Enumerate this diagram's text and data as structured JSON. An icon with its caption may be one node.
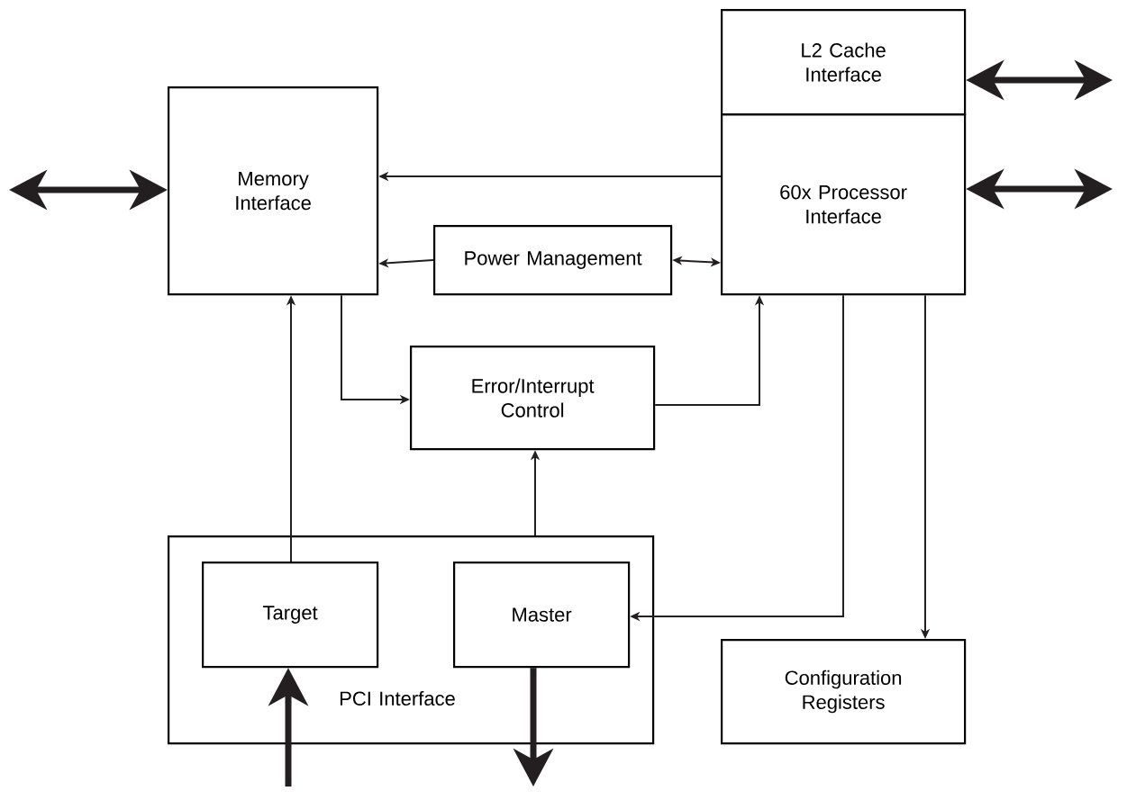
{
  "diagram": {
    "nodes": [
      {
        "text": [
          "L2 Cache Interface"
        ]
      },
      {
        "text": [
          "60x Processor Interface"
        ]
      },
      {
        "text": [
          "Memory Interface"
        ]
      },
      {
        "text": [
          "Power Management"
        ]
      },
      {
        "text": [
          "Error/Interrupt Control"
        ]
      },
      {
        "text": [
          "PCI Interface"
        ]
      },
      {
        "text": [
          "Target"
        ],
        "in": 5
      },
      {
        "text": [
          "Master"
        ],
        "in": 5
      },
      {
        "text": [
          "Configuration Registers"
        ]
      }
    ],
    "edges": [
      {
        "from": null,
        "to": 0,
        "arrow": "both",
        "style": "thick"
      },
      {
        "from": null,
        "to": 1,
        "arrow": "both",
        "style": "thick"
      },
      {
        "from": null,
        "to": 2,
        "arrow": "both",
        "style": "thick"
      },
      {
        "from": 1,
        "to": 2,
        "arrow": "to"
      },
      {
        "from": 3,
        "to": 2,
        "arrow": "to"
      },
      {
        "from": 3,
        "to": 1,
        "arrow": "both"
      },
      {
        "from": 2,
        "to": 4,
        "arrow": "to"
      },
      {
        "from": 4,
        "to": 1,
        "arrow": "to"
      },
      {
        "from": 6,
        "to": 2,
        "arrow": "to"
      },
      {
        "from": 5,
        "to": 4,
        "arrow": "to"
      },
      {
        "from": 1,
        "to": 7,
        "arrow": "to"
      },
      {
        "from": 1,
        "to": 8,
        "arrow": "to"
      },
      {
        "from": null,
        "to": 6,
        "arrow": "to",
        "style": "thick"
      },
      {
        "from": 7,
        "to": null,
        "arrow": "to",
        "style": "thick"
      }
    ]
  }
}
